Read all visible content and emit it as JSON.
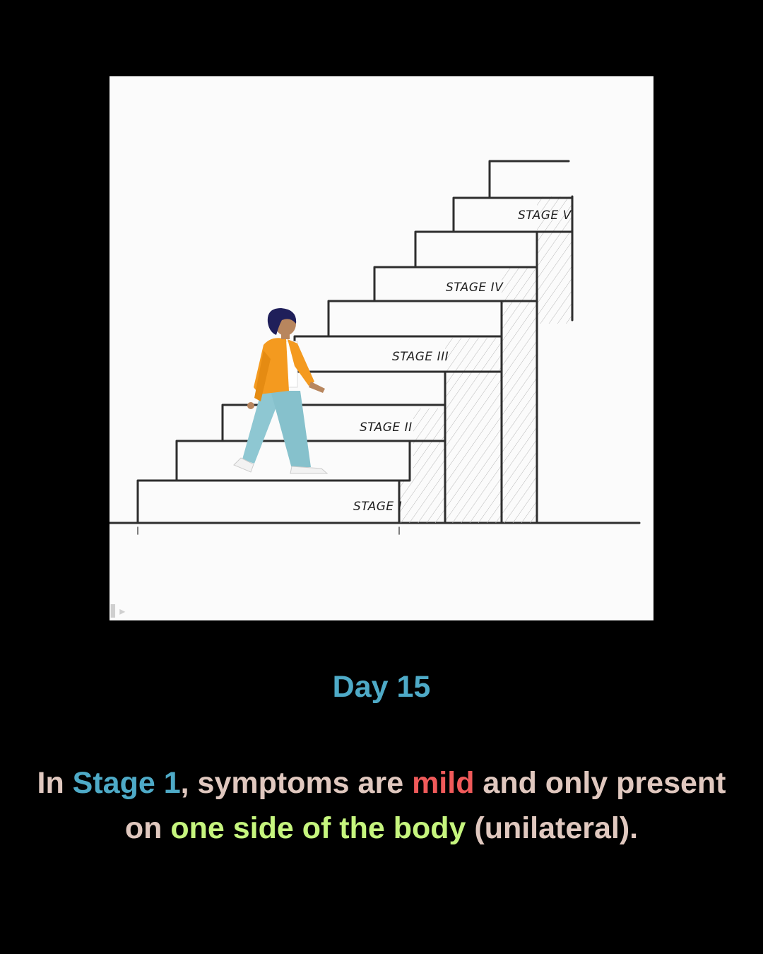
{
  "illustration": {
    "stage_labels": [
      "STAGE I",
      "STAGE II",
      "STAGE III",
      "STAGE IV",
      "STAGE V"
    ]
  },
  "heading": "Day 15",
  "caption": {
    "part1": "In ",
    "stage": "Stage 1",
    "part2": ", symptoms are ",
    "mild": "mild",
    "part3": " and only present on ",
    "side": "one side of the body",
    "part4": " (unilateral)."
  },
  "colors": {
    "background": "#000000",
    "heading": "#4eaac7",
    "caption_text": "#e0c8bf",
    "highlight_blue": "#4eaac7",
    "highlight_red": "#f05a5a",
    "highlight_green": "#c6f57e"
  }
}
